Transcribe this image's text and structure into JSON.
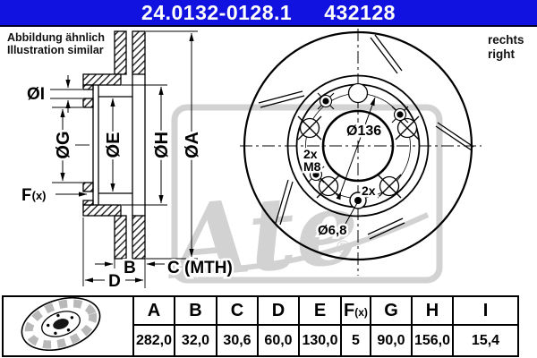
{
  "header": {
    "part_number": "24.0132-0128.1",
    "catalog_number": "432128",
    "bg_color": "#1212e0",
    "text_color": "#ffffff"
  },
  "notes": {
    "similar_line1": "Abbildung ähnlich",
    "similar_line2": "Illustration similar",
    "side_line1": "rechts",
    "side_line2": "right"
  },
  "section_view": {
    "labels": {
      "dia_i": "ØI",
      "dia_g": "ØG",
      "dia_e": "ØE",
      "dia_h": "ØH",
      "dia_a": "ØA",
      "f": "F",
      "f_sub": "(x)",
      "b": "B",
      "c_mth": "C (MTH)",
      "d": "D"
    }
  },
  "front_view": {
    "labels": {
      "bolt_circle_dia": "Ø136",
      "m8_qty": "2x",
      "m8": "M8",
      "pin_qty": "2x",
      "pin_dia": "Ø6,8"
    }
  },
  "watermark": {
    "script": "Ate",
    "registered": "®",
    "color": "#d2d2d2"
  },
  "table": {
    "columns": [
      {
        "key": "A",
        "value": "282,0"
      },
      {
        "key": "B",
        "value": "32,0"
      },
      {
        "key": "C",
        "value": "30,6"
      },
      {
        "key": "D",
        "value": "60,0"
      },
      {
        "key": "E",
        "value": "130,0"
      },
      {
        "key": "F",
        "sub": "(x)",
        "value": "5"
      },
      {
        "key": "G",
        "value": "90,0"
      },
      {
        "key": "H",
        "value": "156,0"
      },
      {
        "key": "I",
        "value": "15,4"
      }
    ]
  }
}
